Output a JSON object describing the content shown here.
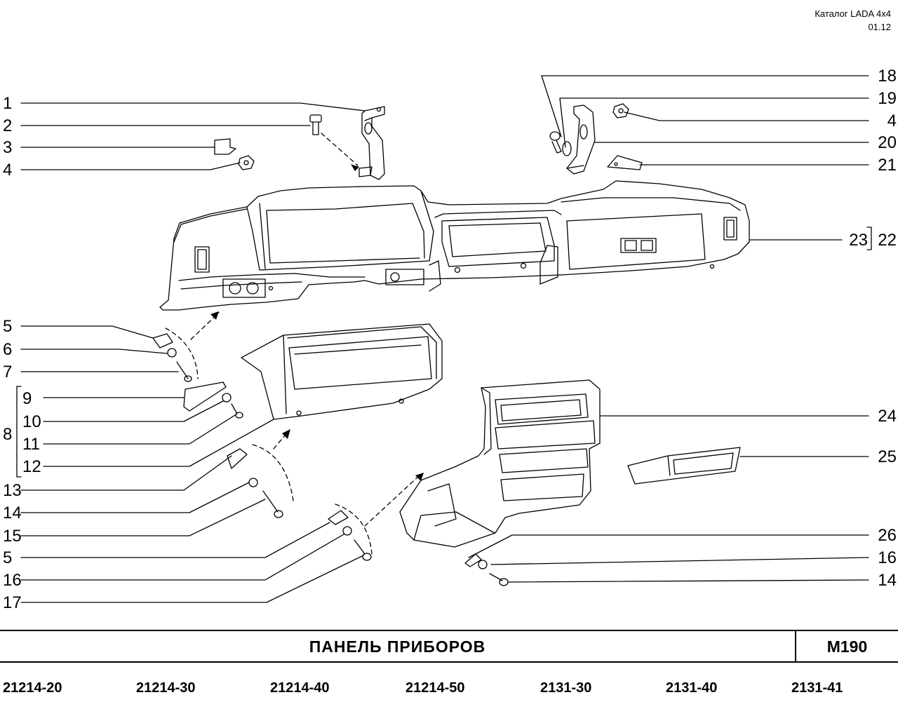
{
  "header": {
    "catalog": "Каталог LADA 4x4",
    "date": "01.12"
  },
  "title": "ПАНЕЛЬ ПРИБОРОВ",
  "code": "М190",
  "models": [
    "21214-20",
    "21214-30",
    "21214-40",
    "21214-50",
    "2131-30",
    "2131-40",
    "2131-41"
  ],
  "callouts_left": [
    "1",
    "2",
    "3",
    "4",
    "5",
    "6",
    "7",
    "8",
    "9",
    "10",
    "11",
    "12",
    "13",
    "14",
    "15",
    "5",
    "16",
    "17"
  ],
  "callouts_right": [
    "18",
    "19",
    "4",
    "20",
    "21",
    "23",
    "22",
    "24",
    "25",
    "26",
    "16",
    "14"
  ]
}
